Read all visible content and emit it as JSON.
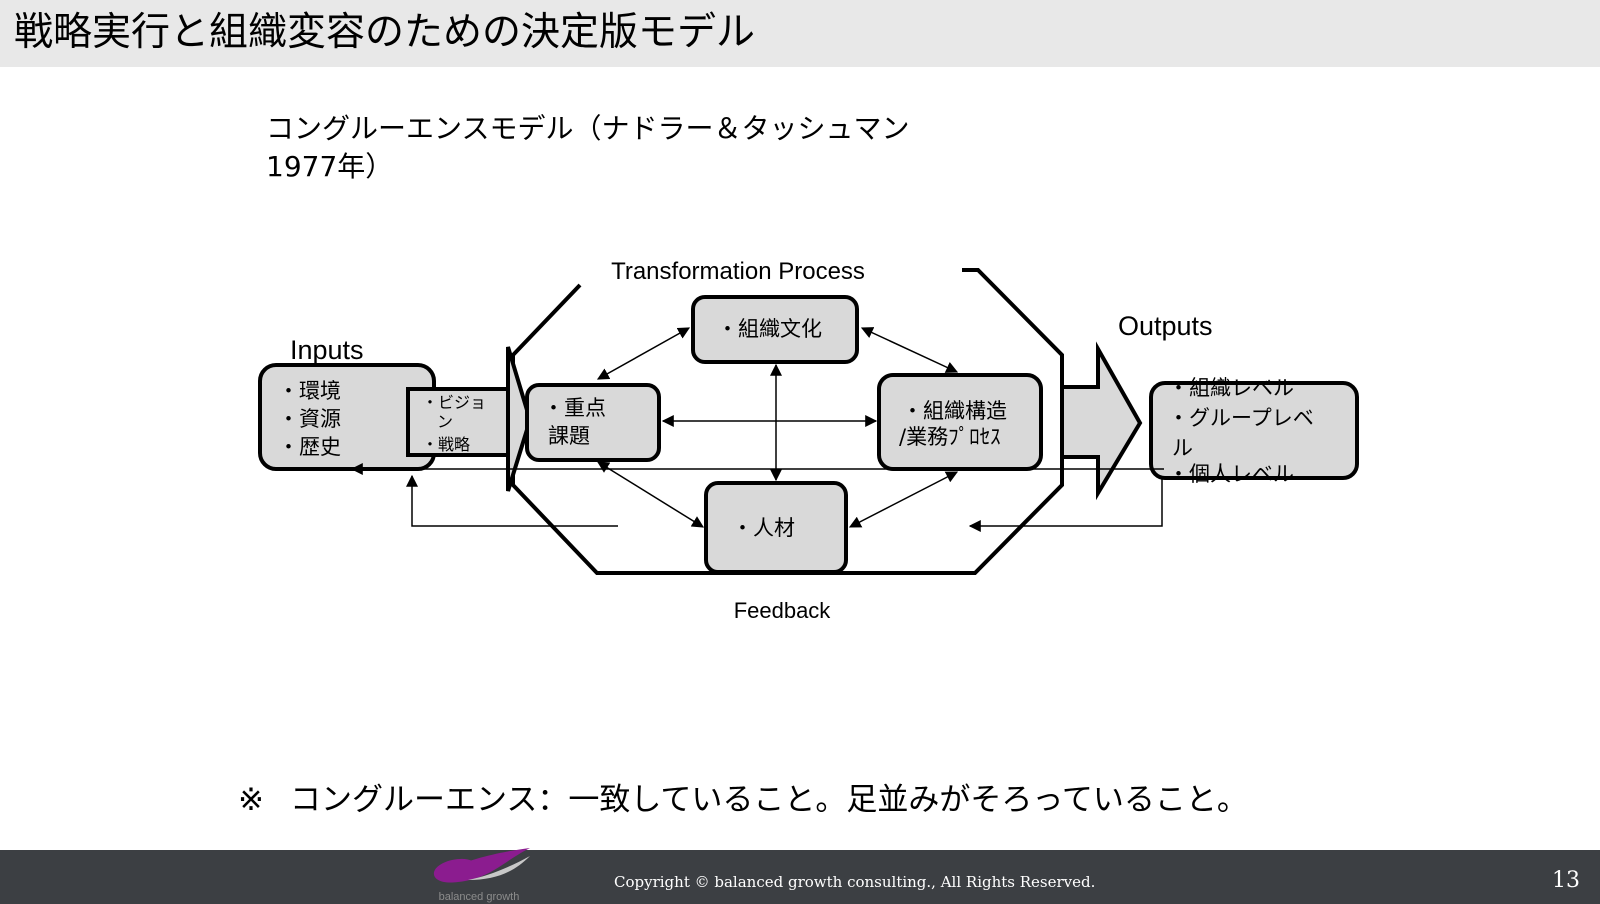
{
  "slide": {
    "title": "戦略実行と組織変容のための決定版モデル",
    "subtitle_line1": "コングルーエンスモデル（ナドラー＆タッシュマン",
    "subtitle_line2": "1977年）",
    "note_symbol": "※",
    "note_text": "コングルーエンス：一致していること。足並みがそろっていること。",
    "copyright": "Copyright © balanced growth consulting., All Rights Reserved.",
    "page_number": "13"
  },
  "logo": {
    "text": "balanced growth",
    "color_primary": "#8b1c8f",
    "color_secondary": "#c8c8c8"
  },
  "diagram": {
    "transformation_label": "Transformation Process",
    "inputs_label": "Inputs",
    "outputs_label": "Outputs",
    "feedback_label": "Feedback",
    "inputs_items": [
      "・環境",
      "・資源",
      "・歴史"
    ],
    "strategy_items": [
      "・ビジョ",
      "ン",
      "・戦略"
    ],
    "tasks_lines": [
      "・重点",
      "課題"
    ],
    "culture_label": "・組織文化",
    "structure_lines": [
      "・組織構造",
      "/業務ﾌﾟﾛｾｽ"
    ],
    "people_label": "・人材",
    "outputs_items": [
      "・組織レベル",
      "・グループレベ",
      "ル",
      "・個人レベル"
    ],
    "box_fill": "#d9d9d9",
    "stroke_color": "#000000"
  }
}
